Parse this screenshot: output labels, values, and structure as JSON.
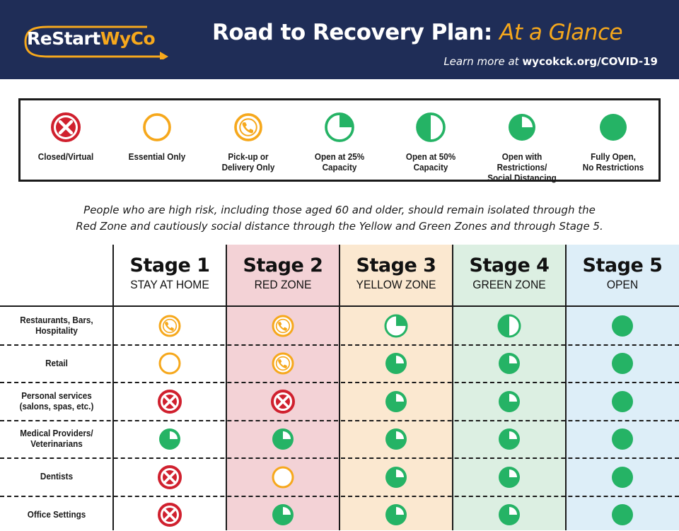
{
  "header": {
    "logo": {
      "part1": "ReStart",
      "part2": "WyCo"
    },
    "title": "Road to Recovery Plan:",
    "title_accent": "At a Glance",
    "learn_more_prefix": "Learn more at ",
    "learn_more_url": "wycokck.org/COVID-19"
  },
  "colors": {
    "navy": "#1f2d57",
    "gold": "#f6a81c",
    "red": "#d0202e",
    "green": "#25b365",
    "stage2_bg": "#f3d2d6",
    "stage3_bg": "#fbe8d0",
    "stage4_bg": "#dcefe2",
    "stage5_bg": "#ddeef8"
  },
  "legend": [
    {
      "icon": "closed-icon",
      "label": "Closed/Virtual"
    },
    {
      "icon": "essential-icon",
      "label": "Essential Only"
    },
    {
      "icon": "pickup-icon",
      "label": "Pick-up or\nDelivery Only"
    },
    {
      "icon": "open25-icon",
      "label": "Open at 25%\nCapacity"
    },
    {
      "icon": "open50-icon",
      "label": "Open at 50%\nCapacity"
    },
    {
      "icon": "restricted-icon",
      "label": "Open with Restrictions/\nSocial Distancing"
    },
    {
      "icon": "full-icon",
      "label": "Fully Open,\nNo Restrictions"
    }
  ],
  "note": "People who are high risk, including those aged 60 and older, should remain isolated through the\nRed Zone and cautiously social distance through the Yellow and Green Zones and through Stage 5.",
  "stages": [
    {
      "name": "Stage 1",
      "zone": "STAY AT HOME"
    },
    {
      "name": "Stage 2",
      "zone": "RED ZONE"
    },
    {
      "name": "Stage 3",
      "zone": "YELLOW ZONE"
    },
    {
      "name": "Stage 4",
      "zone": "GREEN ZONE"
    },
    {
      "name": "Stage 5",
      "zone": "OPEN"
    }
  ],
  "rows": [
    {
      "label": "Restaurants, Bars,\nHospitality",
      "status": [
        "pickup",
        "pickup",
        "open25",
        "open50",
        "full"
      ]
    },
    {
      "label": "Retail",
      "status": [
        "essential",
        "pickup",
        "restricted",
        "restricted",
        "full"
      ]
    },
    {
      "label": "Personal services\n(salons, spas, etc.)",
      "status": [
        "closed",
        "closed",
        "restricted",
        "restricted",
        "full"
      ]
    },
    {
      "label": "Medical Providers/\nVeterinarians",
      "status": [
        "restricted",
        "restricted",
        "restricted",
        "restricted",
        "full"
      ]
    },
    {
      "label": "Dentists",
      "status": [
        "closed",
        "essential",
        "restricted",
        "restricted",
        "full"
      ]
    },
    {
      "label": "Office Settings",
      "status": [
        "closed",
        "restricted",
        "restricted",
        "restricted",
        "full"
      ]
    }
  ]
}
